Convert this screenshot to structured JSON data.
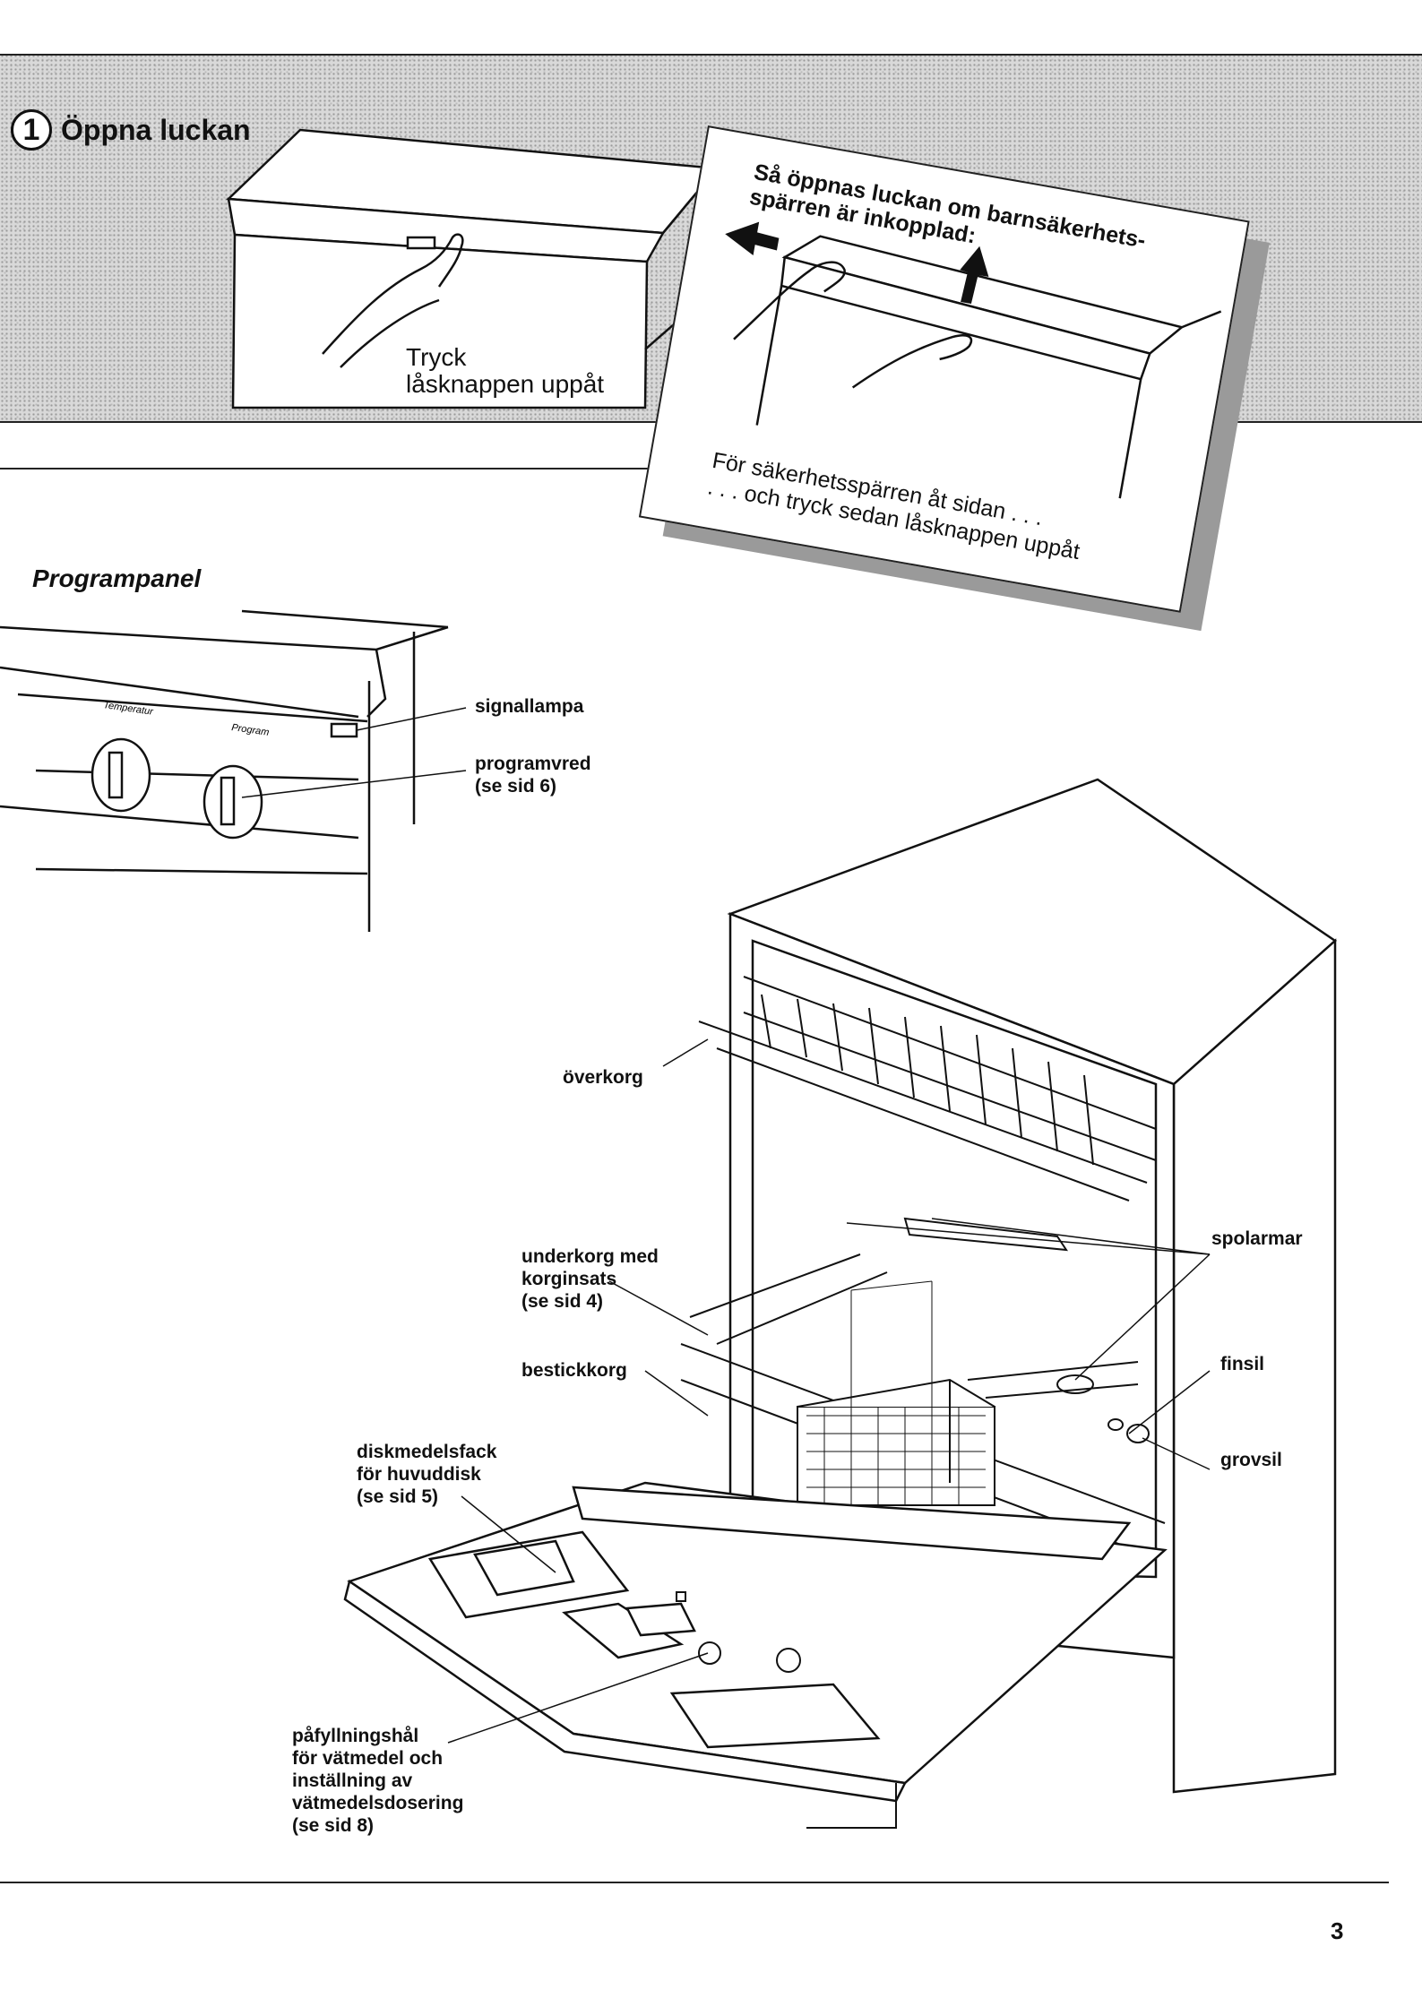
{
  "header": {
    "step_number": "1",
    "title": "Öppna luckan"
  },
  "open_door_figure": {
    "caption": "Tryck\nlåsknappen uppåt"
  },
  "child_lock_card": {
    "heading": "Så öppnas luckan om barnsäkerhets-\nspärren är inkopplad:",
    "instruction": "För säkerhetsspärren åt sidan . . .\n. . . och tryck sedan låsknappen uppåt"
  },
  "program_panel": {
    "title": "Programpanel",
    "knob_labels": [
      "Temperatur",
      "Program"
    ],
    "labels": {
      "signal_lamp": "signallampa",
      "program_knob": "programvred\n(se sid 6)"
    }
  },
  "dishwasher": {
    "labels": {
      "upper_basket": "överkorg",
      "lower_basket": "underkorg med\nkorginsats\n(se sid 4)",
      "cutlery_basket": "bestickkorg",
      "detergent_compartment": "diskmedelsfack\nför huvuddisk\n(se sid 5)",
      "rinse_aid_hole": "påfyllningshål\nför vätmedel och\ninställning av\nvätmedelsdosering\n(se sid 8)",
      "spray_arms": "spolarmar",
      "fine_filter": "finsil",
      "coarse_filter": "grovsil"
    }
  },
  "footer": {
    "page_number": "3"
  }
}
